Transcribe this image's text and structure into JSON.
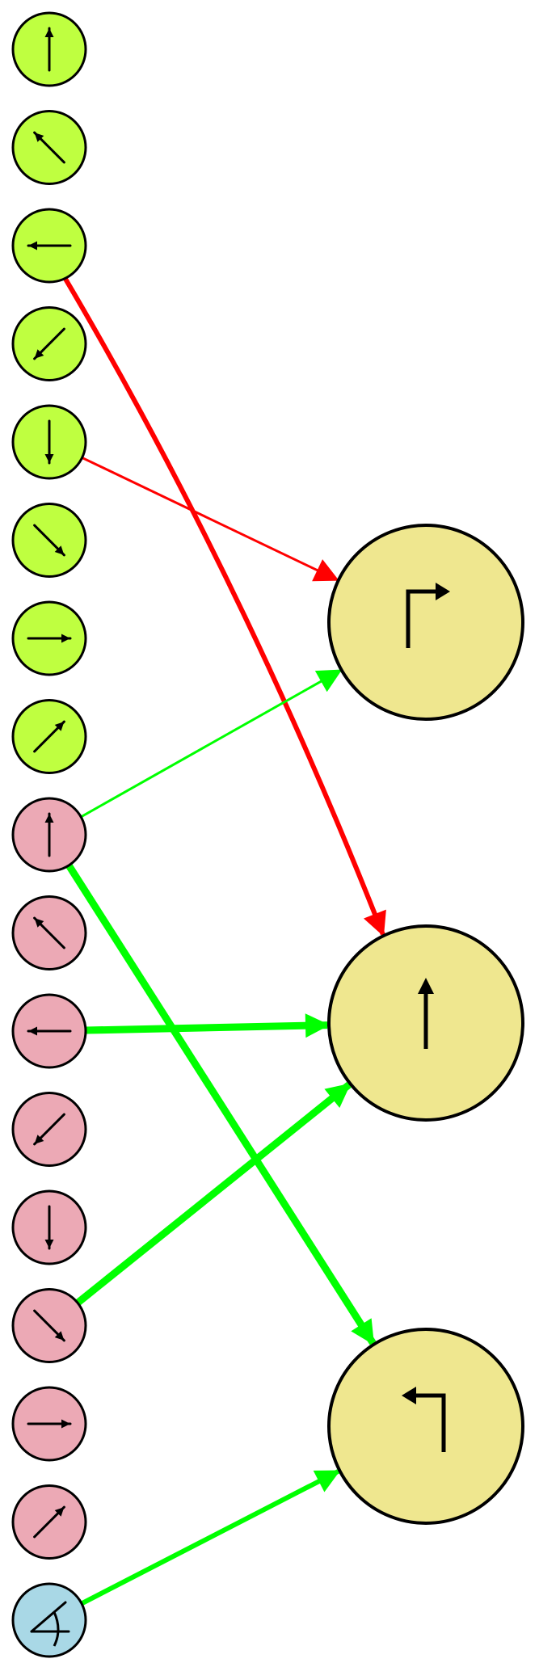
{
  "colors": {
    "background": "#ffffff",
    "input_group_1": "#bfff40",
    "input_group_2": "#eca9b5",
    "input_special": "#a9d8e6",
    "output_node": "#efe78f",
    "stroke": "#000000",
    "edge_negative": "#ff0000",
    "edge_positive": "#00ff00"
  },
  "input_nodes": [
    {
      "id": "g1-up",
      "group": "input_group_1",
      "icon": "arrow-up-icon"
    },
    {
      "id": "g1-up-left",
      "group": "input_group_1",
      "icon": "arrow-up-left-icon"
    },
    {
      "id": "g1-left",
      "group": "input_group_1",
      "icon": "arrow-left-icon"
    },
    {
      "id": "g1-down-left",
      "group": "input_group_1",
      "icon": "arrow-down-left-icon"
    },
    {
      "id": "g1-down",
      "group": "input_group_1",
      "icon": "arrow-down-icon"
    },
    {
      "id": "g1-down-right",
      "group": "input_group_1",
      "icon": "arrow-down-right-icon"
    },
    {
      "id": "g1-right",
      "group": "input_group_1",
      "icon": "arrow-right-icon"
    },
    {
      "id": "g1-up-right",
      "group": "input_group_1",
      "icon": "arrow-up-right-icon"
    },
    {
      "id": "g2-up",
      "group": "input_group_2",
      "icon": "arrow-up-icon"
    },
    {
      "id": "g2-up-left",
      "group": "input_group_2",
      "icon": "arrow-up-left-icon"
    },
    {
      "id": "g2-left",
      "group": "input_group_2",
      "icon": "arrow-left-icon"
    },
    {
      "id": "g2-down-left",
      "group": "input_group_2",
      "icon": "arrow-down-left-icon"
    },
    {
      "id": "g2-down",
      "group": "input_group_2",
      "icon": "arrow-down-icon"
    },
    {
      "id": "g2-down-right",
      "group": "input_group_2",
      "icon": "arrow-down-right-icon"
    },
    {
      "id": "g2-right",
      "group": "input_group_2",
      "icon": "arrow-right-icon"
    },
    {
      "id": "g2-up-right",
      "group": "input_group_2",
      "icon": "arrow-up-right-icon"
    },
    {
      "id": "special",
      "group": "input_special",
      "icon": "angle-icon"
    }
  ],
  "output_nodes": [
    {
      "id": "out-turn-right",
      "icon": "turn-right-icon"
    },
    {
      "id": "out-straight",
      "icon": "arrow-up-icon"
    },
    {
      "id": "out-turn-left",
      "icon": "turn-left-icon"
    }
  ],
  "edges": [
    {
      "from": "g1-left",
      "to": "out-straight",
      "sign": "negative",
      "weight": "strong"
    },
    {
      "from": "g1-down",
      "to": "out-turn-right",
      "sign": "negative",
      "weight": "weak"
    },
    {
      "from": "g2-up",
      "to": "out-turn-right",
      "sign": "positive",
      "weight": "weak"
    },
    {
      "from": "g2-up",
      "to": "out-turn-left",
      "sign": "positive",
      "weight": "heavy"
    },
    {
      "from": "g2-left",
      "to": "out-straight",
      "sign": "positive",
      "weight": "heavy"
    },
    {
      "from": "g2-down-right",
      "to": "out-straight",
      "sign": "positive",
      "weight": "heavy"
    },
    {
      "from": "special",
      "to": "out-turn-left",
      "sign": "positive",
      "weight": "strong"
    }
  ]
}
